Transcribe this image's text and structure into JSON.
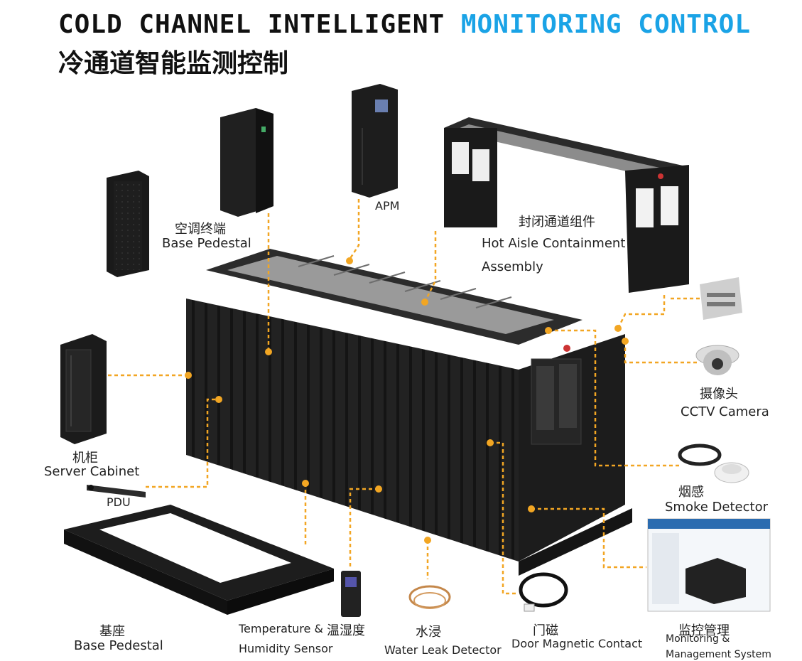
{
  "title": {
    "part1": "COLD CHANNEL INTELLIGENT ",
    "part2": "MONITORING CONTROL",
    "cn": "冷通道智能监测控制"
  },
  "colors": {
    "accent": "#1aa3e6",
    "connector": "#f2a623",
    "equipment": "#1c1c1c"
  },
  "labels": {
    "ac_cn": "空调终端",
    "ac_en": "Base Pedestal",
    "apm": "APM",
    "hot_aisle_cn": "封闭通道组件",
    "hot_aisle_en1": "Hot Aisle Containment",
    "hot_aisle_en2": "Assembly",
    "cctv_cn": "摄像头",
    "cctv_en": "CCTV Camera",
    "smoke_cn": "烟感",
    "smoke_en": "Smoke Detector",
    "cabinet_cn": "机柜",
    "cabinet_en": "Server Cabinet",
    "pdu": "PDU",
    "base_cn": "基座",
    "base_en": "Base Pedestal",
    "temp_en1": "Temperature &",
    "temp_cn": "温湿度",
    "temp_en2": "Humidity Sensor",
    "water_cn": "水浸",
    "water_en": "Water Leak Detector",
    "door_cn": "门磁",
    "door_en": "Door Magnetic Contact",
    "mon_cn": "监控管理",
    "mon_en1": "Monitoring &",
    "mon_en2": "Management System"
  }
}
